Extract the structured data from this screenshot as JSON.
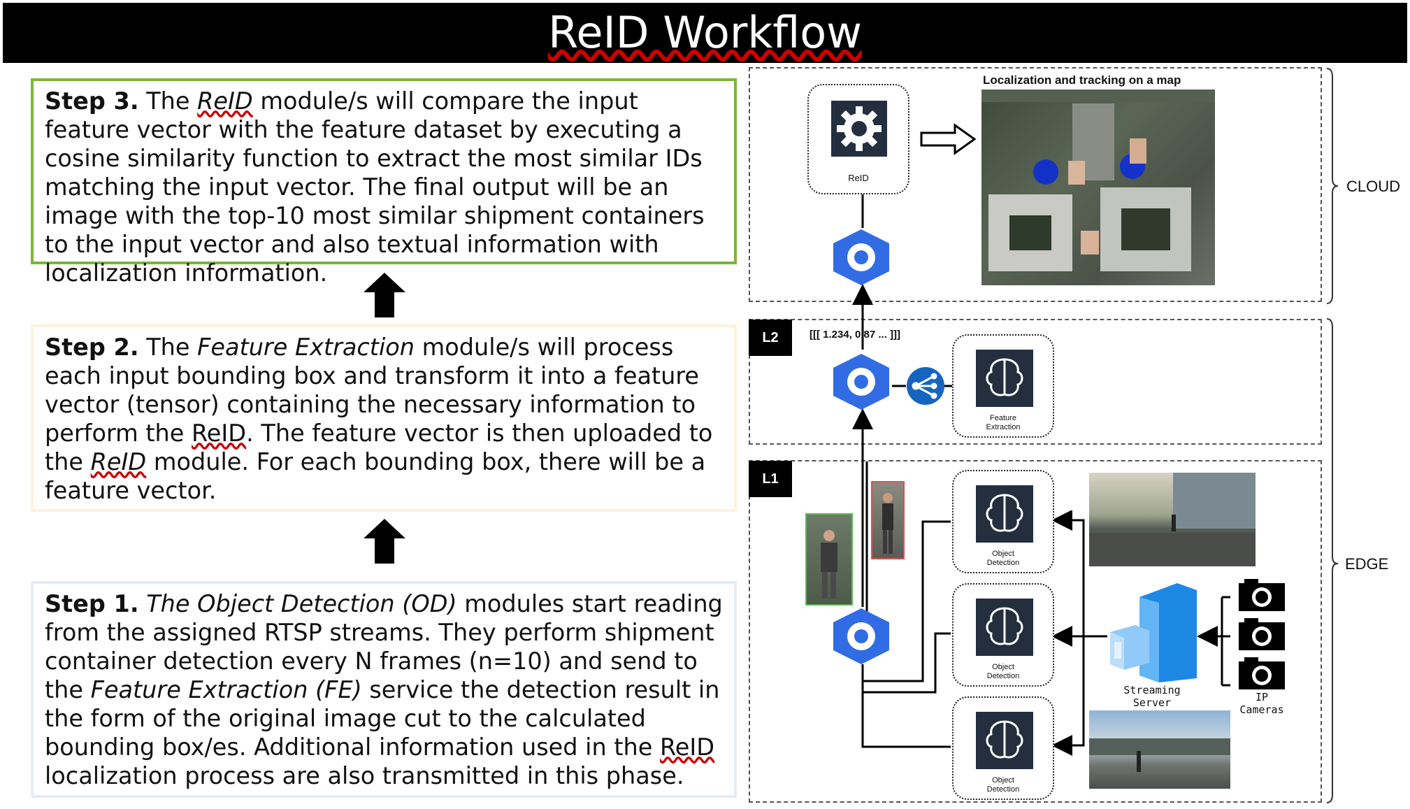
{
  "title": "ReID Workflow",
  "steps": {
    "step3": {
      "label": "Step 3.",
      "t1": " The ",
      "t2": "ReID",
      "t3": " module/s will compare the input feature vector with the feature dataset by executing a cosine similarity function to extract the most similar IDs matching the input vector. The final output will be an image with the top-10 most similar shipment containers to the input vector and also textual information with localization information."
    },
    "step2": {
      "label": "Step 2.",
      "t1": " The ",
      "t2": "Feature Extraction",
      "t3": " module/s will process each input bounding box and transform it into a feature vector (tensor) containing the necessary information to perform the ",
      "t4": "ReID",
      "t5": ". The feature vector is then uploaded to the ",
      "t6": "ReID",
      "t7": " module. For each bounding box, there will be a feature vector."
    },
    "step1": {
      "label": "Step 1.",
      "t1": " ",
      "t2": "The Object Detection (OD)",
      "t3": " modules start reading from the assigned RTSP streams. They perform shipment container detection every N frames (n=10) and send to the ",
      "t4": "Feature Extraction (FE)",
      "t5": " service the detection result in the form of the original image cut to the calculated bounding box/es. Additional information used in the ",
      "t6": "ReID",
      "t7": " localization process are also transmitted in this phase."
    }
  },
  "diagram": {
    "cloud_label": "CLOUD",
    "edge_label": "EDGE",
    "l2_tag": "L2",
    "l1_tag": "L1",
    "reid_label": "ReID",
    "map_title": "Localization and tracking on a map",
    "vector_text": "[[[ 1.234, 0.87 ...  ]]]",
    "fe_label": "Feature Extraction",
    "od_label": "Object Detection",
    "server_label_1": "Streaming",
    "server_label_2": "Server",
    "cameras_label_1": "IP",
    "cameras_label_2": "Cameras"
  },
  "colors": {
    "step3_border": "#7cb53a",
    "step2_border": "#fdf3dd",
    "step1_border": "#e6ecf6",
    "k8s_blue": "#326ce5",
    "aws_dark": "#232f3e"
  }
}
